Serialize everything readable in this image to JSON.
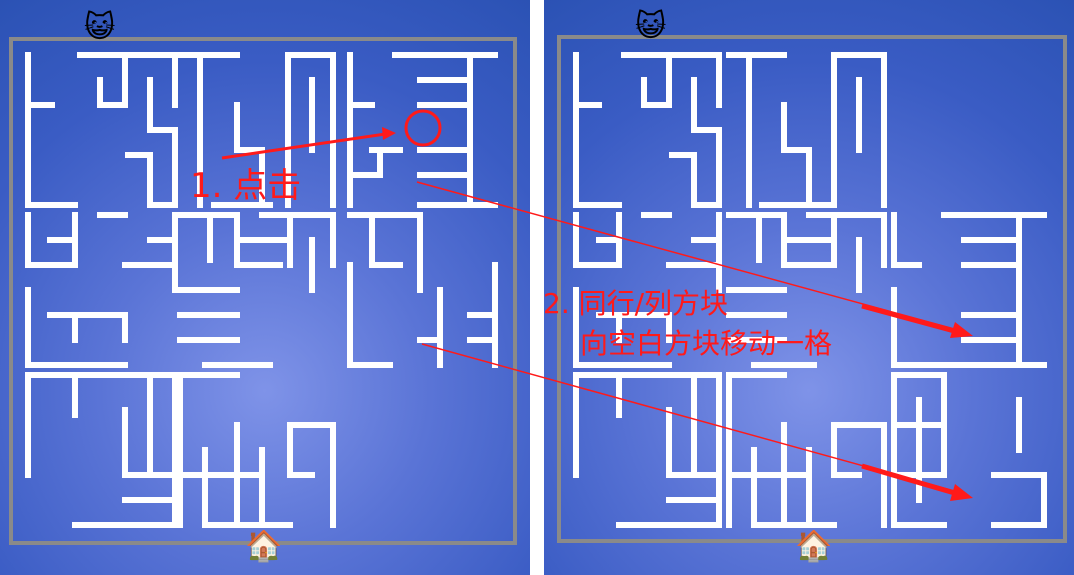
{
  "icons": {
    "cat": "😺",
    "house": "🏠"
  },
  "annotations": {
    "step1": "1. 点击",
    "step2_line1": "2. 同行/列方块",
    "step2_line2": "向空白方块移动一格"
  },
  "colors": {
    "background": "#3a5cc4",
    "frame": "#8a8a8a",
    "maze_wall": "#ffffff",
    "annotation": "#ff1a1a"
  }
}
